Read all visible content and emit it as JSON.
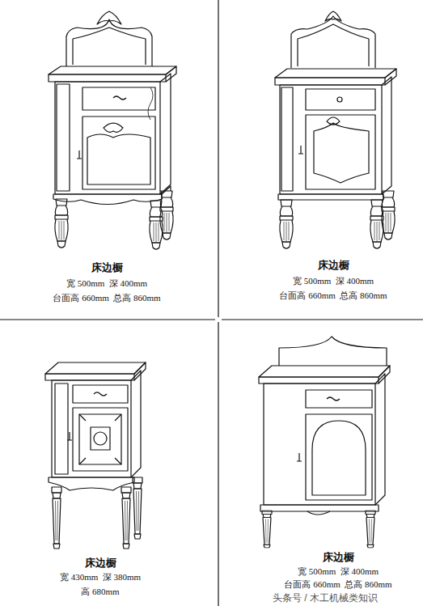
{
  "diagram": {
    "labels": [
      "床边橱",
      "宽 500mm  深 400mm",
      "台面高 660mm  总高 860mm",
      "床边橱",
      "宽 500mm  深 400mm",
      "台面高 660mm  总高 860mm",
      "床边橱",
      "宽 430mm  深 380mm",
      "高 680mm",
      "床边橱",
      "宽 500mm  深 400mm",
      "台面高 660mm  总高 860mm",
      "头条号 / 木工机械类知识"
    ]
  }
}
